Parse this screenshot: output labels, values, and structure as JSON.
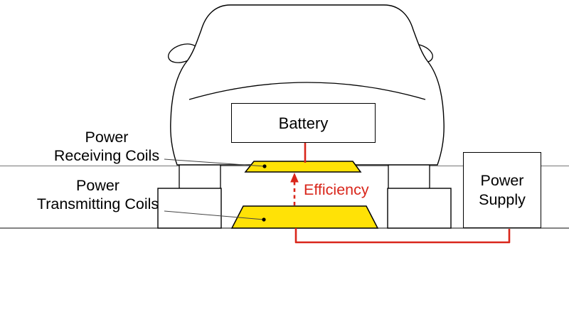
{
  "boxes": {
    "battery": {
      "label": "Battery"
    },
    "power_supply": {
      "line1": "Power",
      "line2": "Supply"
    }
  },
  "labels": {
    "receiving": {
      "line1": "Power",
      "line2": "Receiving Coils"
    },
    "transmitting": {
      "line1": "Power",
      "line2": "Transmitting Coils"
    },
    "efficiency": "Efficiency"
  },
  "colors": {
    "coil_yellow": "#FFE206",
    "wire_red": "#D9261B",
    "outline_black": "#000000",
    "guide_gray": "#777777",
    "ground_gray": "#3a3a3a",
    "background": "#ffffff"
  }
}
